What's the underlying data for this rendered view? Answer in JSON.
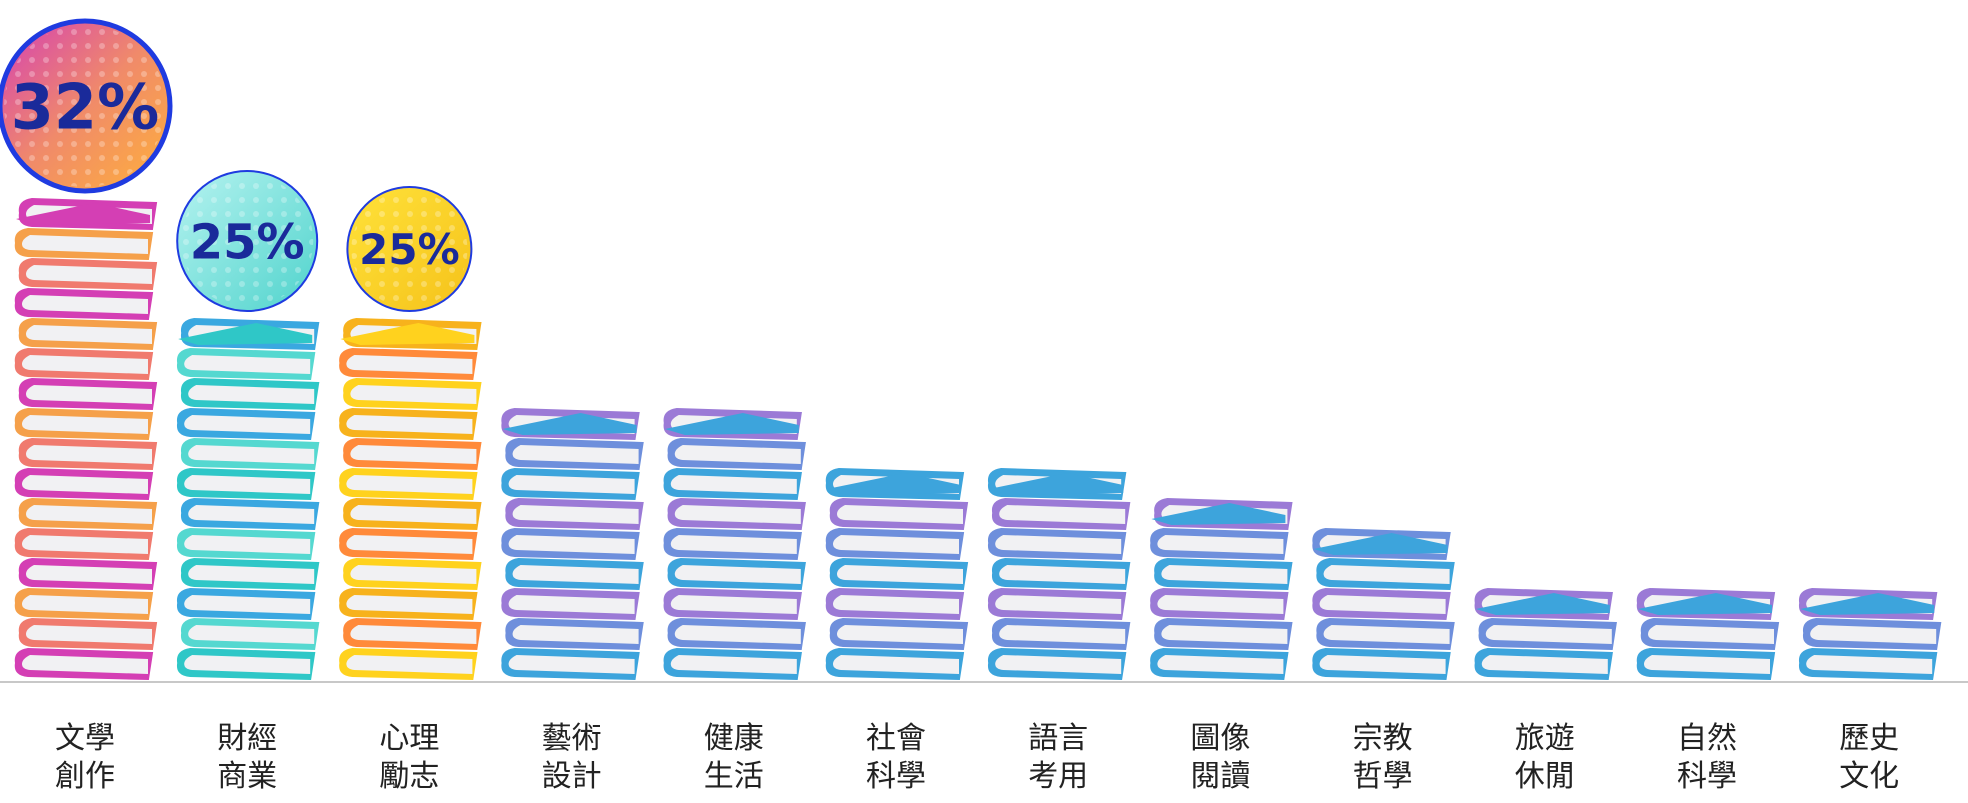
{
  "chart_data": {
    "type": "bar",
    "categories": [
      [
        "文學",
        "創作"
      ],
      [
        "財經",
        "商業"
      ],
      [
        "心理",
        "勵志"
      ],
      [
        "藝術",
        "設計"
      ],
      [
        "健康",
        "生活"
      ],
      [
        "社會",
        "科學"
      ],
      [
        "語言",
        "考用"
      ],
      [
        "圖像",
        "閱讀"
      ],
      [
        "宗教",
        "哲學"
      ],
      [
        "旅遊",
        "休閒"
      ],
      [
        "自然",
        "科學"
      ],
      [
        "歷史",
        "文化"
      ]
    ],
    "values": [
      32,
      25,
      25,
      18,
      18,
      15,
      15,
      13,
      10,
      7,
      7,
      7
    ],
    "value_labels": [
      "32%",
      "25%",
      "25%",
      "",
      "",
      "",
      "",
      "",
      "",
      "",
      "",
      ""
    ],
    "ylim": [
      0,
      35
    ],
    "grid": false,
    "legend": "none",
    "colors": {
      "top1": [
        "#d43fb4",
        "#f07a6e",
        "#f5a04a"
      ],
      "top2": [
        "#2fc7c7",
        "#55d8d0",
        "#3aa8e0"
      ],
      "top3": [
        "#ffd21e",
        "#ff8a3a",
        "#f7b21c"
      ],
      "rest": [
        "#3da4dc",
        "#6e8fdc",
        "#9b7ad6"
      ],
      "bubble1": [
        "#d43fb4",
        "#f08a6a",
        "#ffb13a"
      ],
      "bubble2": [
        "#b6f3f0",
        "#4fd3cc"
      ],
      "bubble3": [
        "#ffe23a",
        "#f5c21a"
      ],
      "bubble_border": "#1f3be0",
      "label_text": "#1a2a9a",
      "page_cover": "#f1f1f3",
      "baseline": "#c8c8c8"
    }
  }
}
